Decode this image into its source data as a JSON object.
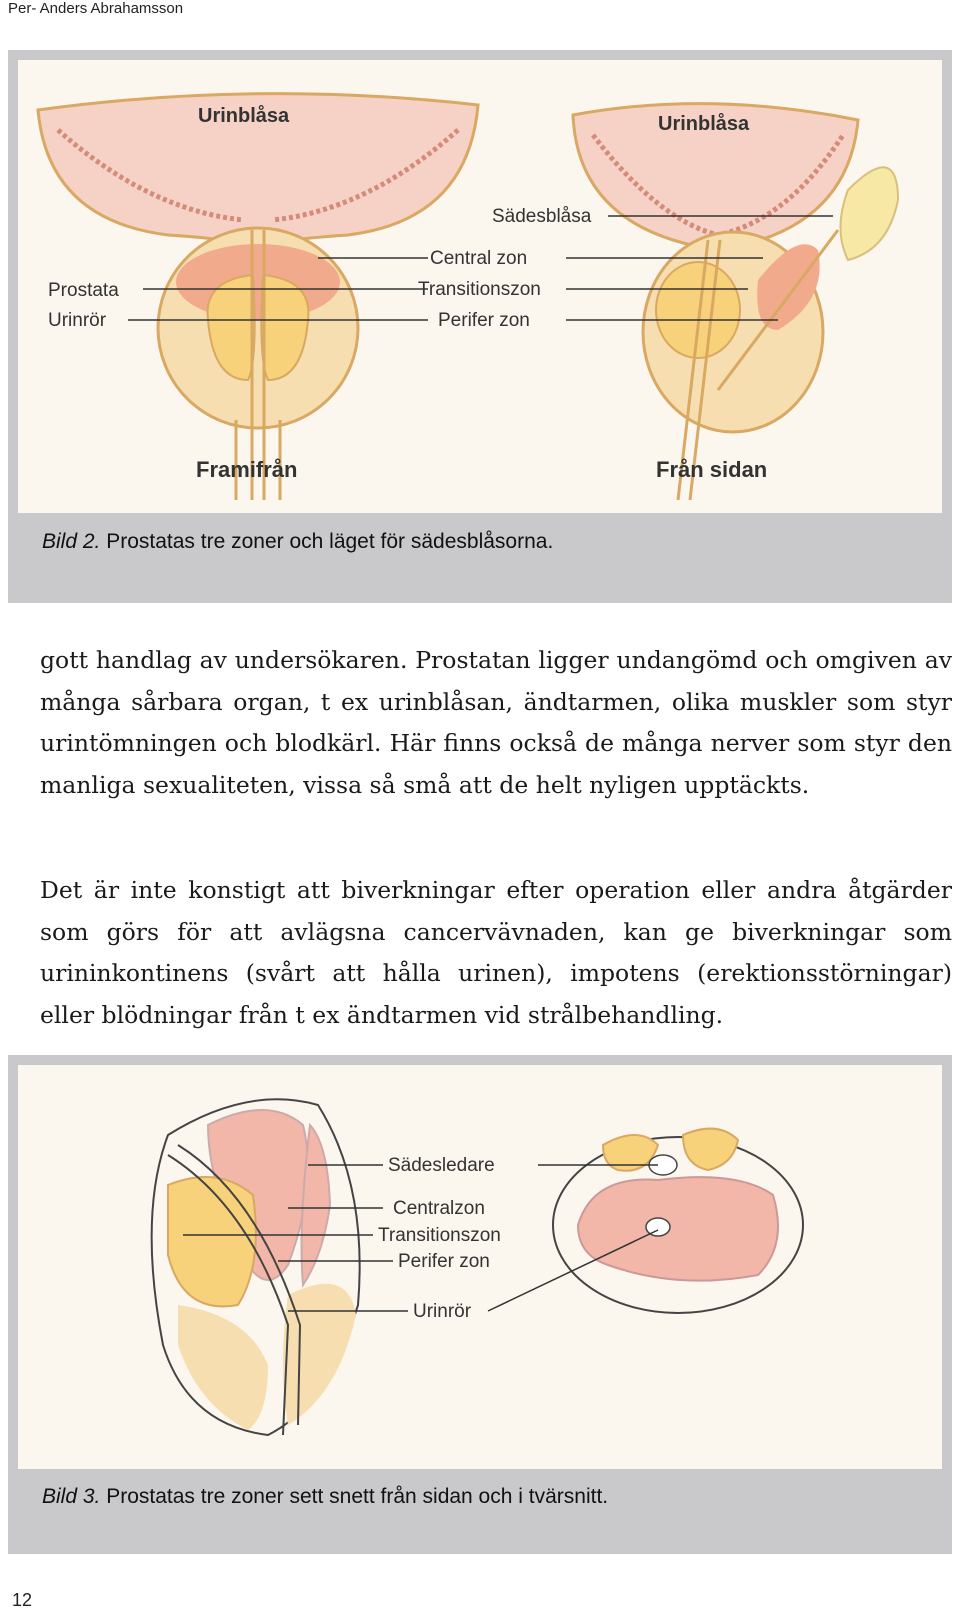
{
  "header": {
    "author": "Per- Anders Abrahamsson"
  },
  "figure2": {
    "caption_label": "Bild 2.",
    "caption_text": " Prostatas tre zoner och läget för sädesblåsorna.",
    "labels": {
      "urinblasa_left": "Urinblåsa",
      "urinblasa_right": "Urinblåsa",
      "sadesblasa": "Sädesblåsa",
      "central_zon": "Central zon",
      "transitionszon": "Transitionszon",
      "perifer_zon": "Perifer zon",
      "prostata": "Prostata",
      "urinror": "Urinrör",
      "framifran": "Framifrån",
      "fran_sidan": "Från sidan"
    },
    "colors": {
      "bladder": "#f6d2c6",
      "central": "#f2aa8c",
      "transition": "#f7d27a",
      "peripheral": "#f6deb0",
      "outline": "#d9a862"
    }
  },
  "body": {
    "paragraph1": "gott handlag av undersökaren. Prostatan ligger undangömd och omgiven av många sårbara organ, t ex urinblåsan, ändtarmen, olika muskler som styr urintömningen och blodkärl. Här finns också de många nerver som styr den manliga sexualiteten, vissa så små att de helt nyligen upptäckts.",
    "paragraph2": "Det är inte konstigt att biverkningar efter operation eller andra åtgärder som görs för att avlägsna cancervävnaden, kan ge biverkningar som urininkontinens (svårt att hålla urinen), impotens (erektionsstörningar) eller blödningar från t ex ändtarmen vid strålbehandling."
  },
  "figure3": {
    "caption_label": "Bild 3.",
    "caption_text": " Prostatas tre zoner sett snett från sidan och i tvärsnitt.",
    "labels": {
      "sadesledare": "Sädesledare",
      "centralzon": "Centralzon",
      "transitionszon": "Transitionszon",
      "perifer_zon": "Perifer zon",
      "urinror": "Urinrör"
    }
  },
  "footer": {
    "page_number": "12"
  }
}
